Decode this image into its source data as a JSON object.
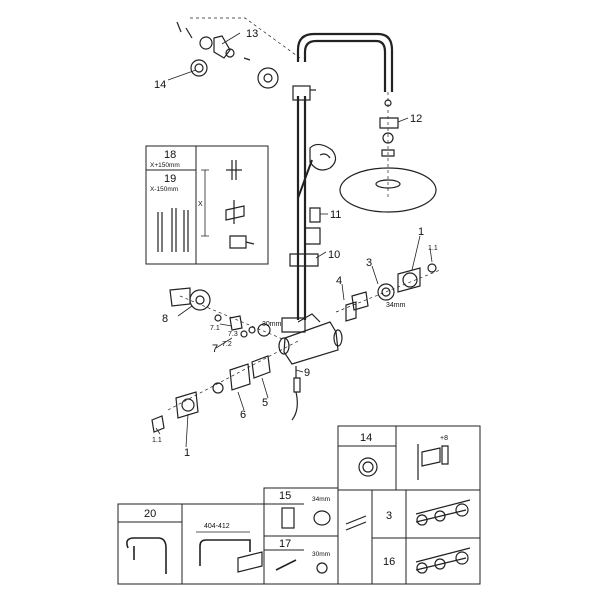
{
  "callouts": {
    "c1": "1",
    "c1_1": "1.1",
    "c1b": "1",
    "c1_1b": "1.1",
    "c3": "3",
    "c4": "4",
    "c5": "5",
    "c6": "6",
    "c7": "7",
    "c7_1": "7.1",
    "c7_2": "7.2",
    "c7_3": "7.3",
    "c8": "8",
    "c9": "9",
    "c10": "10",
    "c11": "11",
    "c12": "12",
    "c13": "13",
    "c14": "14",
    "mm34": "34mm",
    "mm30": "30mm"
  },
  "inset_height": {
    "n18": "18",
    "s18": "X+150mm",
    "n19": "19",
    "s19": "X-150mm",
    "x": "X"
  },
  "panel_14": {
    "number": "14",
    "dim": "+8"
  },
  "panel_20": {
    "number": "20",
    "dim": "404-412"
  },
  "panel_15_17": {
    "n15": "15",
    "d15": "34mm",
    "n17": "17",
    "d17": "30mm"
  },
  "panel_3_16": {
    "n3": "3",
    "n16": "16"
  }
}
